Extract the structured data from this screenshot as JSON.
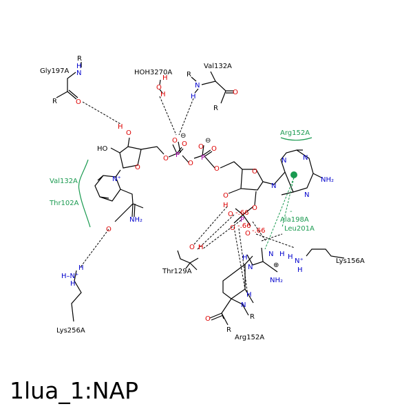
{
  "caption": "1lua_1:NAP",
  "colors": {
    "carbon": "#000000",
    "oxygen": "#dd0000",
    "nitrogen": "#0000cc",
    "phosphorus": "#aa00aa",
    "interaction": "#1a9a50"
  },
  "residues": {
    "gly197": "Gly197A",
    "hoh3270": "HOH3270A",
    "val132_top": "Val132A",
    "arg152_top": "Arg152A",
    "val132_left": "Val132A",
    "thr102": "Thr102A",
    "ala198": "Ala198A",
    "leu201": "Leu201A",
    "lys156": "Lys156A",
    "thr129": "Thr129A",
    "lys256": "Lys256A",
    "arg152_bottom": "Arg152A"
  },
  "atoms": {
    "R": "R",
    "H": "H",
    "N": "N",
    "O": "O",
    "P": "P",
    "HO": "HO",
    "NH2": "NH₂",
    "HN_plus": "H–N⁺",
    "N_plus": "N⁺",
    "neg": "⊖",
    "pos": "⊕",
    "minus": "-",
    "charge": "-.66"
  }
}
